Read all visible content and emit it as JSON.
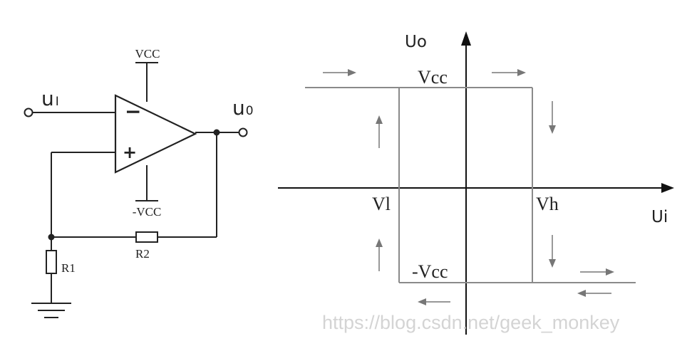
{
  "circuit": {
    "supply_top": "VCC",
    "supply_bottom": "-VCC",
    "input_label": "u",
    "input_sub": "I",
    "output_label": "u",
    "output_sub": "0",
    "minus_sign": "−",
    "plus_sign": "+",
    "r1_label": "R1",
    "r2_label": "R2"
  },
  "plot": {
    "y_axis_label": "Uo",
    "x_axis_label": "Ui",
    "high_level": "Vcc",
    "low_level": "-Vcc",
    "lower_threshold": "Vl",
    "upper_threshold": "Vh"
  },
  "watermark": "https://blog.csdn.net/geek_monkey",
  "colors": {
    "circuit_line": "#222222",
    "curve": "#8a8a8a",
    "arrow": "#777777",
    "axis": "#111111",
    "watermark": "#d4d4d4"
  }
}
